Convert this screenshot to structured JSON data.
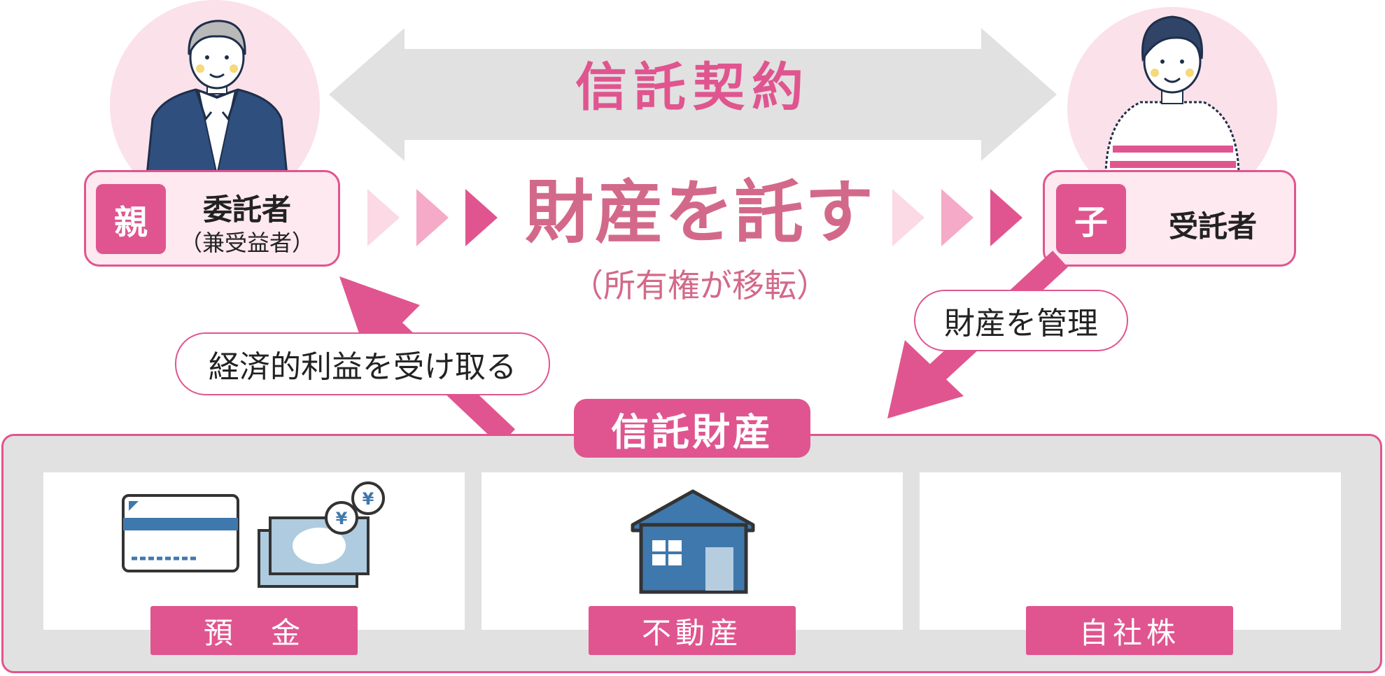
{
  "contract": {
    "label": "信託契約"
  },
  "settlor": {
    "badge": "親",
    "role": "委託者",
    "note": "（兼受益者）"
  },
  "trustee": {
    "badge": "子",
    "role": "受託者"
  },
  "entrust": {
    "main": "財産を託す",
    "sub": "（所有権が移転）"
  },
  "flows": {
    "manage": "財産を管理",
    "benefit": "経済的利益を受け取る"
  },
  "trust_property": {
    "title": "信託財産",
    "items": [
      {
        "label": "預　金",
        "icon": "bankbook-cash-icon"
      },
      {
        "label": "不動産",
        "icon": "house-icon"
      },
      {
        "label": "自社株",
        "icon": "stock-certificate-icon"
      }
    ]
  },
  "colors": {
    "accent": "#e0558f",
    "soft_pink": "#fde9ef",
    "arrow_gray": "#e1e1e1",
    "icon_blue": "#3f78ad",
    "text_pink": "#d3698a"
  }
}
